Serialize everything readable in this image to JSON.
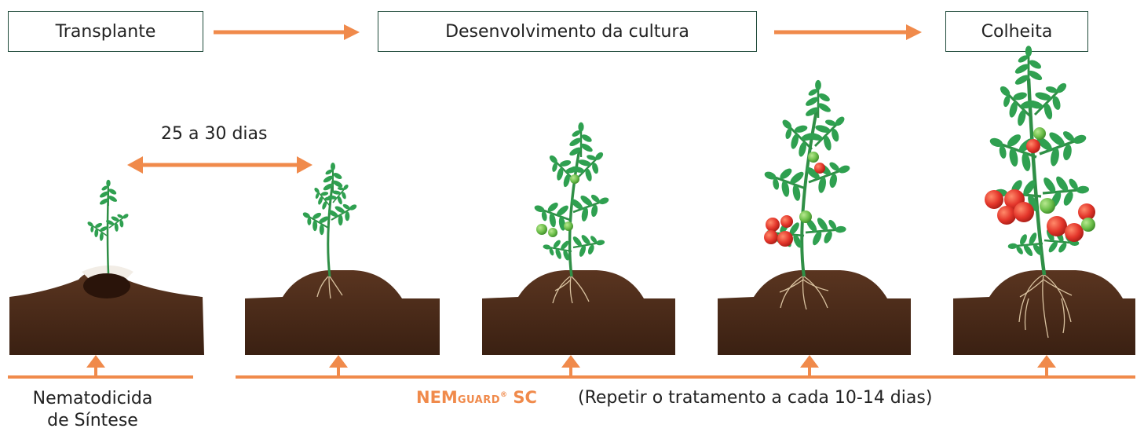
{
  "stages": {
    "transplante": "Transplante",
    "desenvolvimento": "Desenvolvimento da cultura",
    "colheita": "Colheita"
  },
  "interval_label": "25 a 30 dias",
  "bottom": {
    "synthetic_line1": "Nematodicida",
    "synthetic_line2": "de Síntese",
    "brand_nem": "NEM",
    "brand_guard": "GUARD",
    "brand_reg": "®",
    "brand_sc": " SC",
    "repeat_note": "(Repetir o tratamento a cada 10-14 dias)"
  },
  "colors": {
    "accent_orange": "#f08a4b",
    "box_border": "#1f4a3a",
    "soil": "#4a2a17",
    "leaf": "#2fa050",
    "tomato_red": "#e4362b",
    "tomato_green": "#6dbf4a"
  }
}
